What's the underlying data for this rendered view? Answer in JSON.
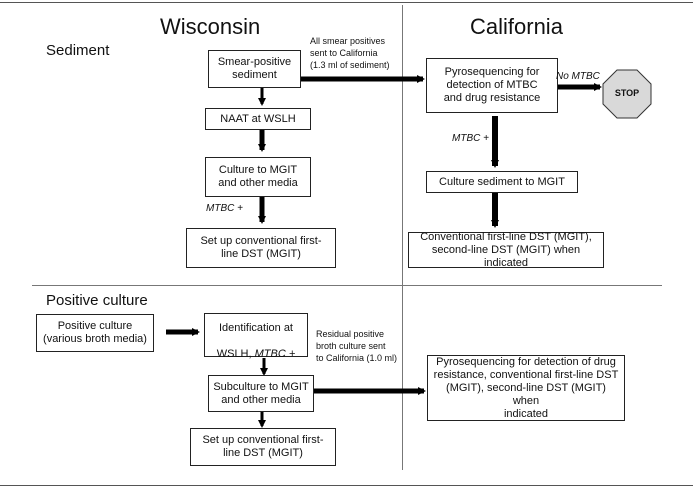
{
  "columns": {
    "left": "Wisconsin",
    "right": "California"
  },
  "sections": {
    "top": "Sediment",
    "bottom": "Positive culture"
  },
  "sediment": {
    "smear_positive": "Smear-positive\nsediment",
    "naat": "NAAT at WSLH",
    "culture_mgit": "Culture to MGIT\nand other media",
    "mtbc_plus_left": "MTBC +",
    "setup_dst": "Set up conventional first-\nline DST (MGIT)",
    "sent_note": "All smear positives\nsent to California\n(1.3 ml of sediment)",
    "pyro": "Pyrosequencing for\ndetection of MTBC\nand drug resistance",
    "no_mtbc": "No MTBC",
    "stop": "STOP",
    "mtbc_plus_right": "MTBC +",
    "culture_sediment": "Culture sediment to MGIT",
    "conventional_dst": "Conventional first-line DST (MGIT),\nsecond-line DST (MGIT) when indicated"
  },
  "positive_culture": {
    "positive_culture_box": "Positive culture\n(various broth media)",
    "identification_line1": "Identification at",
    "identification_line2_prefix": "WSLH, ",
    "identification_line2_italic": "MTBC +",
    "subculture": "Subculture to MGIT\nand other media",
    "setup_dst": "Set up conventional first-\nline DST (MGIT)",
    "residual_note": "Residual positive\nbroth culture sent\nto California (1.0 ml)",
    "pyro_drug": "Pyrosequencing for detection of drug\nresistance, conventional first-line DST\n(MGIT), second-line DST (MGIT) when\nindicated"
  },
  "colors": {
    "line": "#777777",
    "arrow": "#000000",
    "stop_fill": "#d9d9d9"
  }
}
